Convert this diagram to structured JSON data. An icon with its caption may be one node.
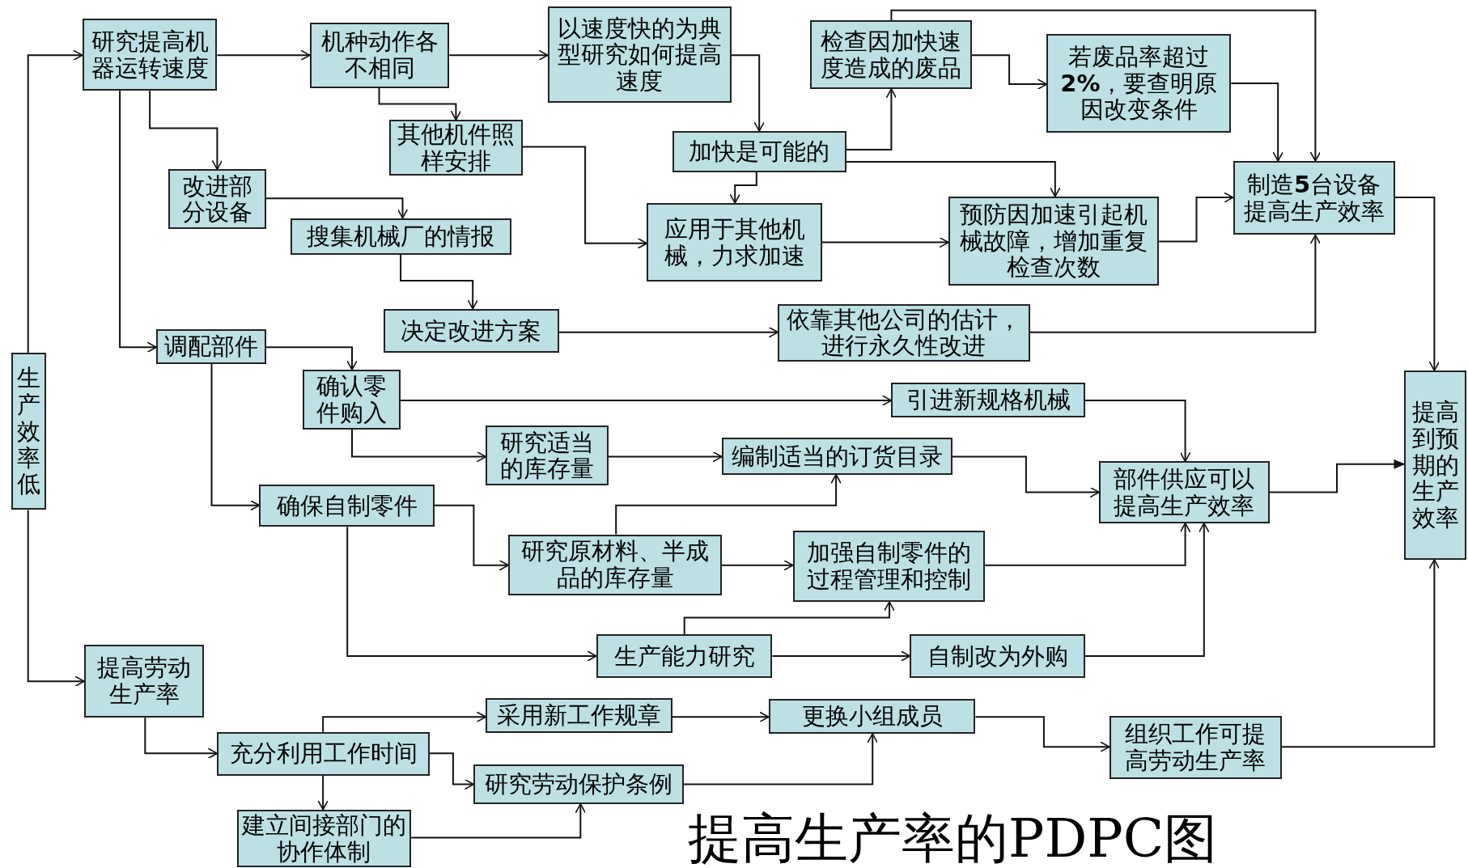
{
  "diagram": {
    "title": "提高生产率的PDPC图",
    "nodes": [
      {
        "text": [
          "生产效率低"
        ]
      },
      {
        "text": [
          "研究提高机器运转速度"
        ]
      },
      {
        "text": [
          "机种动作各不相同"
        ]
      },
      {
        "text": [
          "以速度快的为典型研究如何提高速度"
        ]
      },
      {
        "text": [
          "其他机件照样安排"
        ]
      },
      {
        "text": [
          "改进部分设备"
        ]
      },
      {
        "text": [
          "搜集机械厂的情报"
        ]
      },
      {
        "text": [
          "加快是可能的"
        ]
      },
      {
        "text": [
          "检查因加快速度造成的废品"
        ]
      },
      {
        "text": [
          "若废品率超过**2%**，要查明原因改变条件"
        ]
      },
      {
        "text": [
          "应用于其他机械，力求加速"
        ]
      },
      {
        "text": [
          "预防因加速引起机械故障，增加重复检查次数"
        ]
      },
      {
        "text": [
          "制造**5**台设备提高生产效率"
        ]
      },
      {
        "text": [
          "决定改进方案"
        ]
      },
      {
        "text": [
          "依靠其他公司的估计，进行永久性改进"
        ]
      },
      {
        "text": [
          "调配部件"
        ]
      },
      {
        "text": [
          "确认零件购入"
        ]
      },
      {
        "text": [
          "引进新规格机械"
        ]
      },
      {
        "text": [
          "研究适当的库存量"
        ]
      },
      {
        "text": [
          "编制适当的订货目录"
        ]
      },
      {
        "text": [
          "部件供应可以提高生产效率"
        ]
      },
      {
        "text": [
          "确保自制零件"
        ]
      },
      {
        "text": [
          "研究原材料、半成品的库存量"
        ]
      },
      {
        "text": [
          "加强自制零件的过程管理和控制"
        ]
      },
      {
        "text": [
          "生产能力研究"
        ]
      },
      {
        "text": [
          "自制改为外购"
        ]
      },
      {
        "text": [
          "提高到预期的生产效率"
        ]
      },
      {
        "text": [
          "提高劳动生产率"
        ]
      },
      {
        "text": [
          "采用新工作规章"
        ]
      },
      {
        "text": [
          "更换小组成员"
        ]
      },
      {
        "text": [
          "充分利用工作时间"
        ]
      },
      {
        "text": [
          "研究劳动保护条例"
        ]
      },
      {
        "text": [
          "组织工作可提高劳动生产率"
        ]
      },
      {
        "text": [
          "建立间接部门的协作体制"
        ]
      }
    ],
    "edges": [
      {
        "from": 0,
        "to": 1,
        "arrow": "to"
      },
      {
        "from": 0,
        "to": 27,
        "arrow": "to"
      },
      {
        "from": 1,
        "to": 2,
        "arrow": "to"
      },
      {
        "from": 1,
        "to": 5,
        "arrow": "to"
      },
      {
        "from": 1,
        "to": 15,
        "arrow": "to"
      },
      {
        "from": 2,
        "to": 3,
        "arrow": "to"
      },
      {
        "from": 2,
        "to": 4,
        "arrow": "to"
      },
      {
        "from": 3,
        "to": 7,
        "arrow": "to"
      },
      {
        "from": 4,
        "to": 10,
        "arrow": "to"
      },
      {
        "from": 5,
        "to": 6,
        "arrow": "to"
      },
      {
        "from": 6,
        "to": 13,
        "arrow": "to"
      },
      {
        "from": 7,
        "to": 8,
        "arrow": "to"
      },
      {
        "from": 7,
        "to": 11,
        "arrow": "to"
      },
      {
        "from": 7,
        "to": 10,
        "arrow": "to"
      },
      {
        "from": 8,
        "to": 9,
        "arrow": "to"
      },
      {
        "from": 8,
        "to": 12,
        "arrow": "to"
      },
      {
        "from": 9,
        "to": 12,
        "arrow": "to"
      },
      {
        "from": 10,
        "to": 11,
        "arrow": "to"
      },
      {
        "from": 11,
        "to": 12,
        "arrow": "to"
      },
      {
        "from": 12,
        "to": 26,
        "arrow": "to"
      },
      {
        "from": 13,
        "to": 14,
        "arrow": "to"
      },
      {
        "from": 14,
        "to": 12,
        "arrow": "to"
      },
      {
        "from": 15,
        "to": 16,
        "arrow": "to"
      },
      {
        "from": 15,
        "to": 21,
        "arrow": "to"
      },
      {
        "from": 16,
        "to": 17,
        "arrow": "to"
      },
      {
        "from": 16,
        "to": 18,
        "arrow": "to"
      },
      {
        "from": 17,
        "to": 20,
        "arrow": "to"
      },
      {
        "from": 18,
        "to": 19,
        "arrow": "to"
      },
      {
        "from": 19,
        "to": 20,
        "arrow": "to"
      },
      {
        "from": 20,
        "to": 26,
        "arrow": "to"
      },
      {
        "from": 21,
        "to": 22,
        "arrow": "to"
      },
      {
        "from": 21,
        "to": 24,
        "arrow": "to"
      },
      {
        "from": 22,
        "to": 19,
        "arrow": "to"
      },
      {
        "from": 22,
        "to": 23,
        "arrow": "to"
      },
      {
        "from": 23,
        "to": 20,
        "arrow": "to"
      },
      {
        "from": 24,
        "to": 23,
        "arrow": "to"
      },
      {
        "from": 24,
        "to": 25,
        "arrow": "to"
      },
      {
        "from": 25,
        "to": 20,
        "arrow": "to"
      },
      {
        "from": 27,
        "to": 30,
        "arrow": "to"
      },
      {
        "from": 30,
        "to": 28,
        "arrow": "to"
      },
      {
        "from": 30,
        "to": 31,
        "arrow": "to"
      },
      {
        "from": 30,
        "to": 33,
        "arrow": "to"
      },
      {
        "from": 28,
        "to": 29,
        "arrow": "to"
      },
      {
        "from": 31,
        "to": 29,
        "arrow": "to"
      },
      {
        "from": 33,
        "to": 31,
        "arrow": "to"
      },
      {
        "from": 29,
        "to": 32,
        "arrow": "to"
      },
      {
        "from": 32,
        "to": 26,
        "arrow": "to"
      }
    ]
  }
}
